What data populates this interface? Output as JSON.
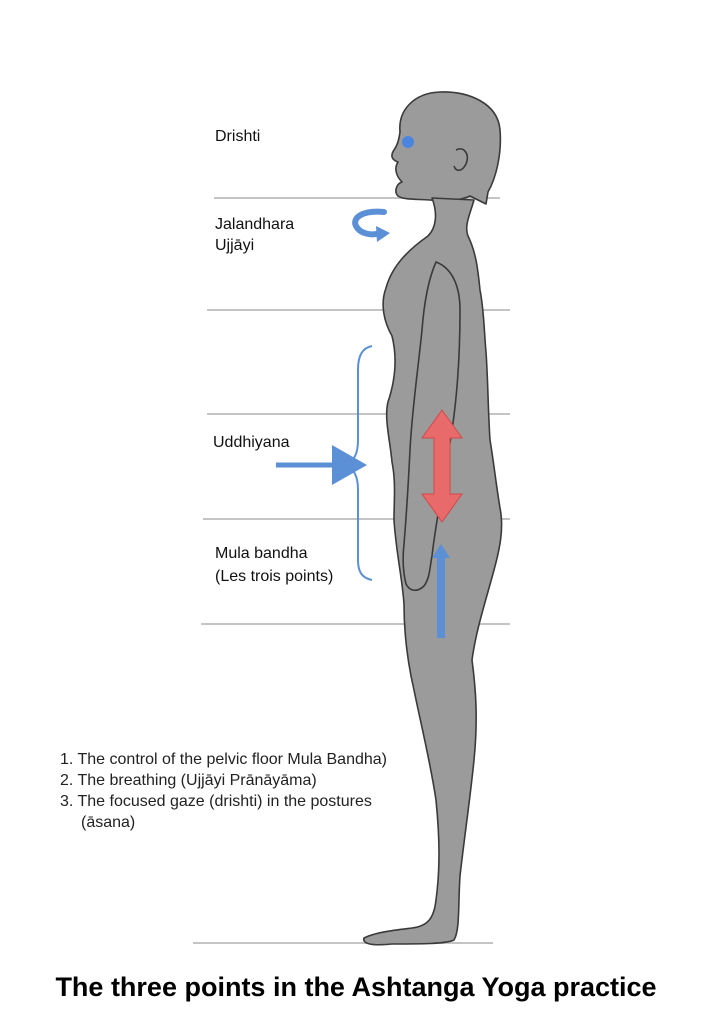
{
  "labels": {
    "drishti": "Drishti",
    "jalandhara": "Jalandhara",
    "ujjayi": "Ujjāyi",
    "uddhiyana": "Uddhiyana",
    "mula_bandha": "Mula bandha",
    "les_trois_points": "(Les trois points)"
  },
  "list": {
    "item1": "1.  The control of the pelvic floor Mula Bandha)",
    "item2": "2.  The breathing (Ujjāyi Prānāyāma)",
    "item3": "3. The focused gaze (drishti) in the postures",
    "item3_cont": "(āsana)"
  },
  "caption": "The three points in the Ashtanga Yoga practice",
  "colors": {
    "body": "#9b9b9b",
    "body_outline": "#3a3a3a",
    "blue_arrow": "#5b8fd6",
    "red_arrow": "#e86a6a",
    "guide_line": "#c4c4c4"
  }
}
